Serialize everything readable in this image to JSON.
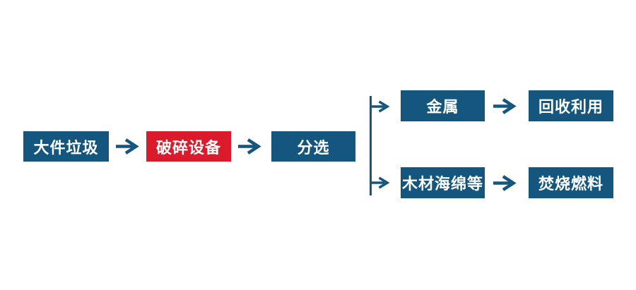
{
  "diagram": {
    "title": "bulky-waste-processing-flow",
    "background_color": "#ffffff",
    "colors": {
      "node_blue": "#15567E",
      "node_red": "#D91B2C",
      "arrow_blue": "#15567E",
      "text_white": "#ffffff"
    },
    "nodes": [
      {
        "id": "bulky-waste",
        "label": "大件垃圾",
        "variant": "blue"
      },
      {
        "id": "crushing-equipment",
        "label": "破碎设备",
        "variant": "red"
      },
      {
        "id": "sorting",
        "label": "分选",
        "variant": "blue"
      },
      {
        "id": "metal",
        "label": "金属",
        "variant": "blue"
      },
      {
        "id": "recycling",
        "label": "回收利用",
        "variant": "blue"
      },
      {
        "id": "wood-sponge-etc",
        "label": "木材海绵等",
        "variant": "blue"
      },
      {
        "id": "incineration-fuel",
        "label": "焚烧燃料",
        "variant": "blue"
      }
    ],
    "edges": [
      {
        "from": "bulky-waste",
        "to": "crushing-equipment"
      },
      {
        "from": "crushing-equipment",
        "to": "sorting"
      },
      {
        "from": "sorting",
        "to": "metal"
      },
      {
        "from": "sorting",
        "to": "wood-sponge-etc"
      },
      {
        "from": "metal",
        "to": "recycling"
      },
      {
        "from": "wood-sponge-etc",
        "to": "incineration-fuel"
      }
    ]
  }
}
